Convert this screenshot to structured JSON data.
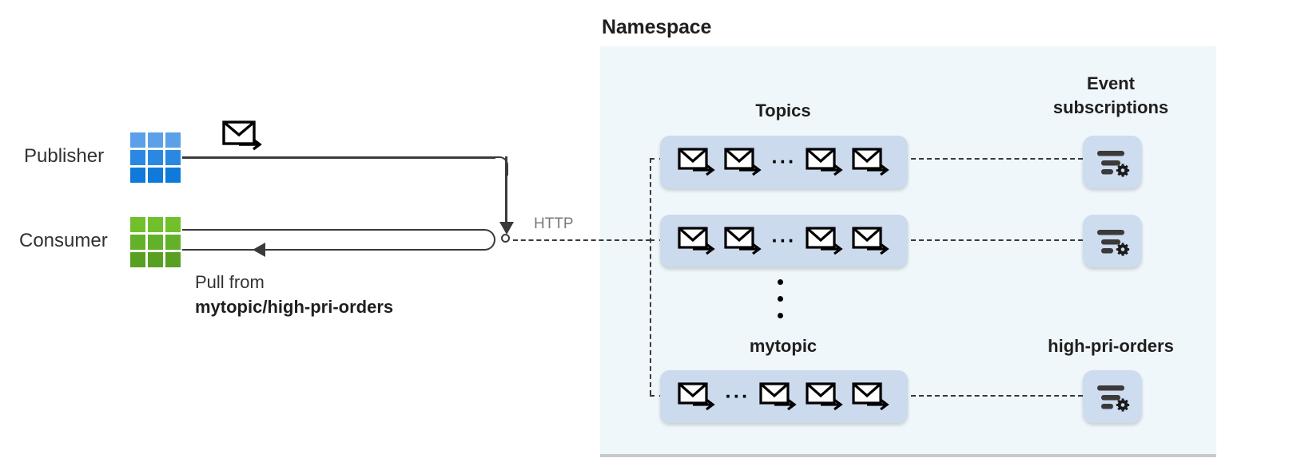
{
  "diagram": {
    "title": "Namespace",
    "theme": {
      "panel_bg": "#EFF7FB",
      "topic_box_bg": "#CCDAEE",
      "subscription_box_bg": "#CEDCEF",
      "line_color": "#3B3A39",
      "publisher_blue": "#2B88E2",
      "consumer_green": "#63B128",
      "http_label_color": "#7A7A7A"
    }
  },
  "left": {
    "publisher": {
      "label": "Publisher",
      "icon": "grid-3x3-blue-icon",
      "message_icon": "envelope-send-icon"
    },
    "consumer": {
      "label": "Consumer",
      "icon": "grid-3x3-green-icon"
    },
    "pull_caption": {
      "line1": "Pull from",
      "line2": "mytopic/high-pri-orders"
    },
    "protocol_label": "HTTP"
  },
  "namespace": {
    "columns": {
      "topics_header": "Topics",
      "subscriptions_header_line1": "Event",
      "subscriptions_header_line2": "subscriptions"
    },
    "topic_name": "mytopic",
    "subscription_name": "high-pri-orders",
    "ellipsis_inline": "···",
    "rows": [
      {
        "id": "row-1",
        "envelopes_before": 2,
        "envelopes_after": 2,
        "has_inline_ellipsis": true,
        "subscription_icon": "filter-gear-icon"
      },
      {
        "id": "row-2",
        "envelopes_before": 2,
        "envelopes_after": 2,
        "has_inline_ellipsis": true,
        "subscription_icon": "filter-gear-icon"
      },
      {
        "id": "row-3",
        "envelopes_before": 1,
        "envelopes_after": 3,
        "has_inline_ellipsis": true,
        "subscription_icon": "filter-gear-icon"
      }
    ],
    "vertical_ellipsis_dots": 3
  }
}
